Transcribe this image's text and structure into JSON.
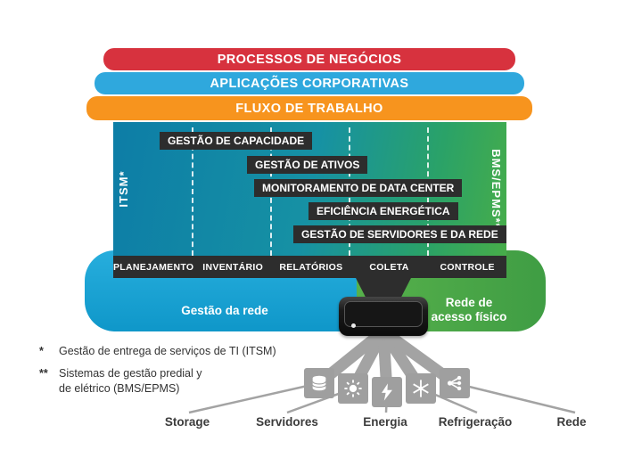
{
  "banners": [
    {
      "label": "PROCESSOS DE NEGÓCIOS",
      "color": "#d7323e"
    },
    {
      "label": "APLICAÇÕES CORPORATIVAS",
      "color": "#2fa8dd"
    },
    {
      "label": "FLUXO DE TRABALHO",
      "color": "#f7941e"
    }
  ],
  "matrix": {
    "left_axis": "ITSM*",
    "right_axis": "BMS/EPMS**",
    "rows": [
      "GESTÃO DE CAPACIDADE",
      "GESTÃO DE ATIVOS",
      "MONITORAMENTO DE DATA CENTER",
      "EFICIÊNCIA ENERGÉTICA",
      "GESTÃO DE SERVIDORES E DA REDE"
    ],
    "columns": [
      "PLANEJAMENTO",
      "INVENTÁRIO",
      "RELATÓRIOS",
      "COLETA",
      "CONTROLE"
    ],
    "gradient_colors": [
      "#0d7da6",
      "#47ad49"
    ]
  },
  "ribbons": {
    "left_label": "Gestão da rede",
    "right_label": "Rede de acesso físico",
    "left_color": "#1ba3d4",
    "right_color": "#47a748"
  },
  "endpoints": [
    {
      "icon": "storage-icon",
      "label": "Storage"
    },
    {
      "icon": "servers-icon",
      "label": "Servidores"
    },
    {
      "icon": "energy-icon",
      "label": "Energia"
    },
    {
      "icon": "refrigeration-icon",
      "label": "Refrigeração"
    },
    {
      "icon": "network-icon",
      "label": "Rede"
    }
  ],
  "footnotes": [
    {
      "marker": "*",
      "text": "Gestão de entrega de serviços de TI (ITSM)"
    },
    {
      "marker": "**",
      "text": "Sistemas de gestão predial y de elétrico (BMS/EPMS)"
    }
  ],
  "colors": {
    "dark_box": "#2d2d2d",
    "node_gray": "#9f9f9f"
  }
}
